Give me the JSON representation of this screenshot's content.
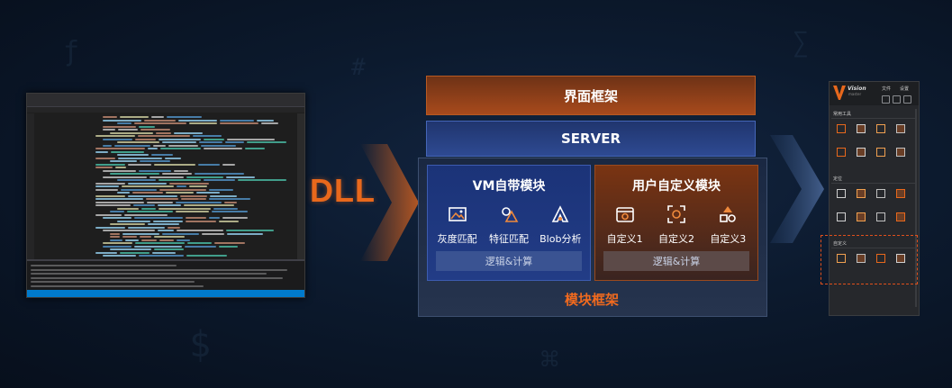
{
  "colors": {
    "orange_accent": "#e8681c",
    "blue_panel": "#223c86",
    "brown_panel": "#7a3412"
  },
  "arrow_label": "DLL",
  "framework": {
    "ui_frame": "界面框架",
    "server": "SERVER",
    "module_frame": "模块框架",
    "vm_panel": {
      "title": "VM自带模块",
      "items": [
        {
          "icon": "image-icon",
          "label": "灰度匹配"
        },
        {
          "icon": "shapes-triangle-icon",
          "label": "特征匹配"
        },
        {
          "icon": "blob-a-icon",
          "label": "Blob分析"
        }
      ],
      "logic": "逻辑&计算"
    },
    "user_panel": {
      "title": "用户自定义模块",
      "items": [
        {
          "icon": "camera-window-icon",
          "label": "自定义1"
        },
        {
          "icon": "focus-target-icon",
          "label": "自定义2"
        },
        {
          "icon": "shapes-mixed-icon",
          "label": "自定义3"
        }
      ],
      "logic": "逻辑&计算"
    }
  },
  "app": {
    "logo_text": "Vision",
    "logo_sub": "master",
    "menu": [
      "文件",
      "设置"
    ],
    "sections": [
      {
        "title": "常用工具"
      },
      {
        "title": "定位"
      },
      {
        "title": "自定义"
      }
    ]
  }
}
